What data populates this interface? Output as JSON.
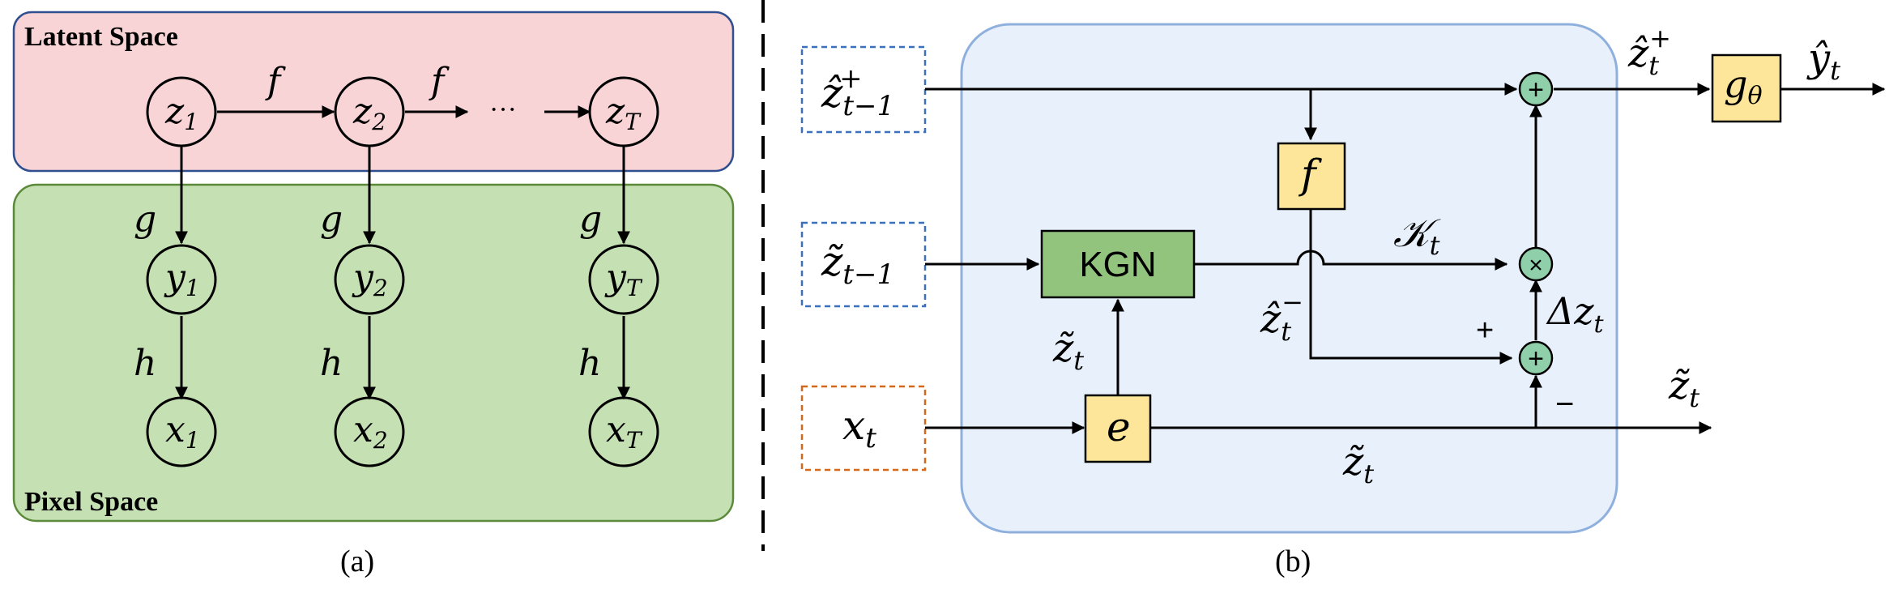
{
  "panel_a": {
    "latent_space_label": "Latent Space",
    "pixel_space_label": "Pixel Space",
    "caption": "(a)",
    "latent_nodes": [
      {
        "base": "z",
        "sub": "1"
      },
      {
        "base": "z",
        "sub": "2"
      },
      {
        "base": "z",
        "sub": "T"
      }
    ],
    "output_nodes": [
      {
        "base": "y",
        "sub": "1"
      },
      {
        "base": "y",
        "sub": "2"
      },
      {
        "base": "y",
        "sub": "T"
      }
    ],
    "pixel_nodes": [
      {
        "base": "x",
        "sub": "1"
      },
      {
        "base": "x",
        "sub": "2"
      },
      {
        "base": "x",
        "sub": "T"
      }
    ],
    "transition_label": "f",
    "emission_label": "g",
    "decoder_label": "h",
    "ellipsis": "···"
  },
  "panel_b": {
    "caption": "(b)",
    "inputs": {
      "z_prev_hat": {
        "base": "ẑ",
        "sub": "t−1",
        "sup": "+"
      },
      "z_prev_tilde": {
        "base": "z̃",
        "sub": "t−1"
      },
      "x_t": {
        "base": "x",
        "sub": "t"
      }
    },
    "blocks": {
      "f": "f",
      "kgn": "KGN",
      "e": "e",
      "g_theta": {
        "base": "g",
        "sub": "θ"
      }
    },
    "ops": {
      "plus": "+",
      "times": "×"
    },
    "labels": {
      "z_hat_plus": {
        "base": "ẑ",
        "sub": "t",
        "sup": "+"
      },
      "y_hat": {
        "base": "ŷ",
        "sub": "t"
      },
      "K_t": {
        "base": "𝒦",
        "sub": "t"
      },
      "z_hat_minus": {
        "base": "ẑ",
        "sub": "t",
        "sup": "−"
      },
      "delta_z": {
        "base": "Δz",
        "sub": "t"
      },
      "z_tilde_kgn": {
        "base": "z̃",
        "sub": "t"
      },
      "z_tilde_out": {
        "base": "z̃",
        "sub": "t"
      },
      "z_tilde_bottom": {
        "base": "z̃",
        "sub": "t"
      },
      "plus_sign": "+",
      "minus_sign": "−"
    }
  },
  "colors": {
    "latent_fill": "#f9d4d6",
    "latent_stroke": "#2f4f8f",
    "pixel_fill": "#c5e0b3",
    "pixel_stroke": "#5b8a3a",
    "module_fill": "#e8f0fb",
    "module_stroke": "#8fb0dd",
    "yellow_block": "#fde59a",
    "green_block": "#92c47d",
    "op_circle": "#8fcfa9",
    "blue_dash": "#3f6fb8",
    "orange_dash": "#d2691e"
  }
}
